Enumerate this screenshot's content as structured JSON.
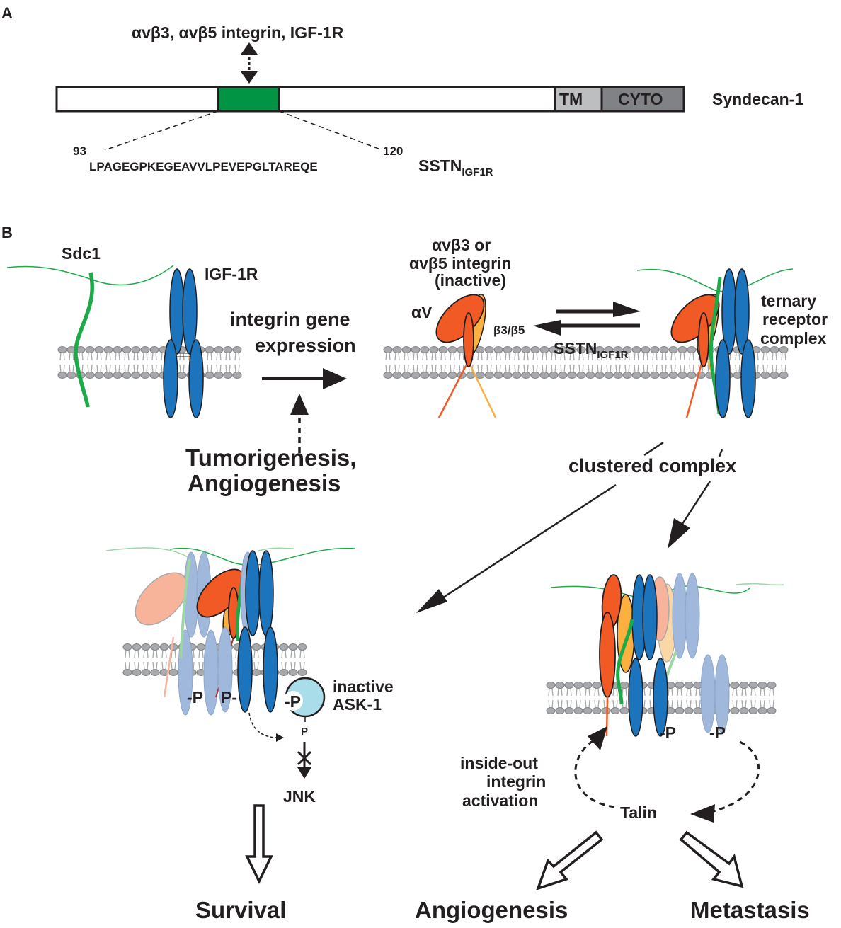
{
  "panels": {
    "a": "A",
    "b": "B"
  },
  "panel_a": {
    "binding_label": "αvβ3, αvβ5 integrin, IGF-1R",
    "domains": {
      "tm": "TM",
      "cyto": "CYTO"
    },
    "protein_name": "Syndecan-1",
    "start_residue": "93",
    "end_residue": "120",
    "sequence": "LPAGEGPKEGEAVVLPEVEPGLTAREQE",
    "peptide_name": "SSTN",
    "peptide_subscript": "IGF1R",
    "colors": {
      "binding_site": "#009444",
      "tm": "#bcbec0",
      "cyto": "#808285"
    }
  },
  "panel_b": {
    "sdc1": "Sdc1",
    "igf1r": "IGF-1R",
    "integrin_line1": "αvβ3 or",
    "integrin_line2": "αvβ5 integrin",
    "integrin_line3": "(inactive)",
    "av": "αV",
    "b3b5": "β3/β5",
    "gene_expr_line1": "integrin gene",
    "gene_expr_line2": "expression",
    "sstn": "SSTN",
    "sstn_sub": "IGF1R",
    "ternary_line1": "ternary",
    "ternary_line2": "receptor",
    "ternary_line3": "complex",
    "tumor_line1": "Tumorigenesis,",
    "tumor_line2": "Angiogenesis",
    "clustered": "clustered complex",
    "phospho": "-P",
    "phospho_left": "P-",
    "phospho_small": "P",
    "ask1_line1": "inactive",
    "ask1_line2": "ASK-1",
    "jnk": "JNK",
    "insideout_line1": "inside-out",
    "insideout_line2": "integrin",
    "insideout_line3": "activation",
    "talin": "Talin",
    "survival": "Survival",
    "angiogenesis": "Angiogenesis",
    "metastasis": "Metastasis",
    "colors": {
      "igf1r": "#1c75bc",
      "alpha_v": "#f15a24",
      "beta": "#fbb040",
      "syndecan": "#1faa4a",
      "ask1": "#a8dde9",
      "membrane": "#a7a9ac"
    }
  }
}
